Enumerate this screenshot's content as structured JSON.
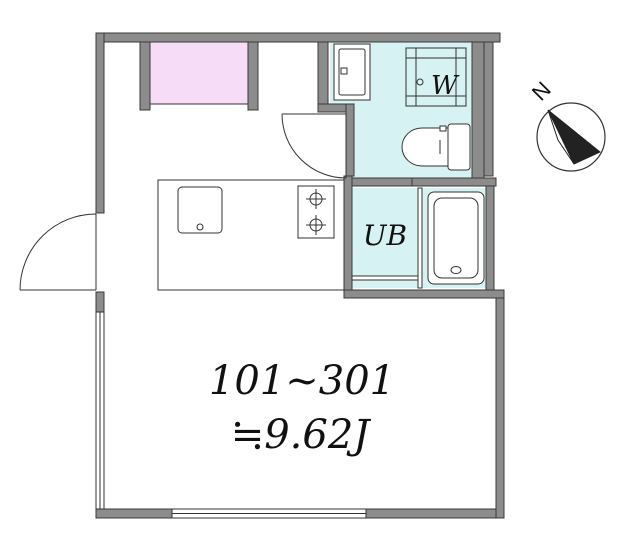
{
  "plan": {
    "unit_number": "101~301",
    "area": "≒9.62J",
    "bath_label": "UB",
    "washer_label": "W"
  },
  "compass": {
    "north_label": "N"
  },
  "colors": {
    "wall": "#8c8c8c",
    "wall_outline": "#3a3a3a",
    "closet": "#f6dcf6",
    "wet_area": "#d6f2f2",
    "fixture_stroke": "#333333"
  }
}
